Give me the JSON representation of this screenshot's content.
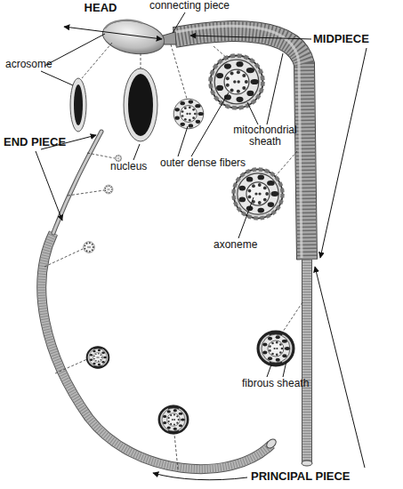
{
  "diagram": {
    "labels": [
      "HEAD",
      "connecting piece",
      "MIDPIECE",
      "acrosome",
      "END PIECE",
      "nucleus",
      "outer dense fibers",
      "mitochondrial sheath",
      "axoneme",
      "fibrous sheath",
      "PRINCIPAL PIECE"
    ]
  }
}
